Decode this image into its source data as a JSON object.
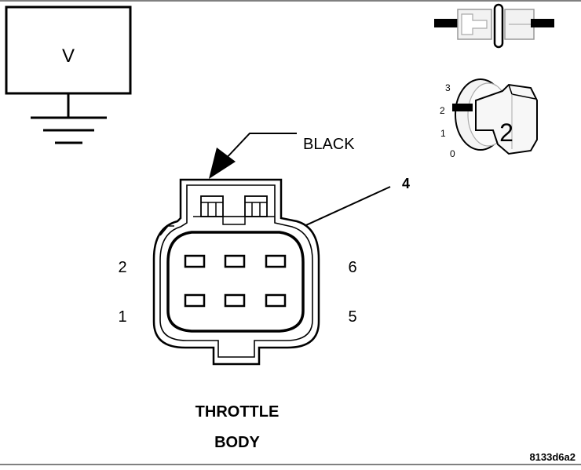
{
  "meter": {
    "display_label": "V"
  },
  "ignition": {
    "positions": [
      "3",
      "2",
      "1",
      "0"
    ],
    "selected_position": "2"
  },
  "connector": {
    "color_label": "BLACK",
    "highlighted_pin": "4",
    "pin_labels": {
      "top_left": "2",
      "bottom_left": "1",
      "top_right": "6",
      "bottom_right": "5"
    },
    "name_line1": "THROTTLE",
    "name_line2": "BODY"
  },
  "figure_id": "8133d6a2"
}
